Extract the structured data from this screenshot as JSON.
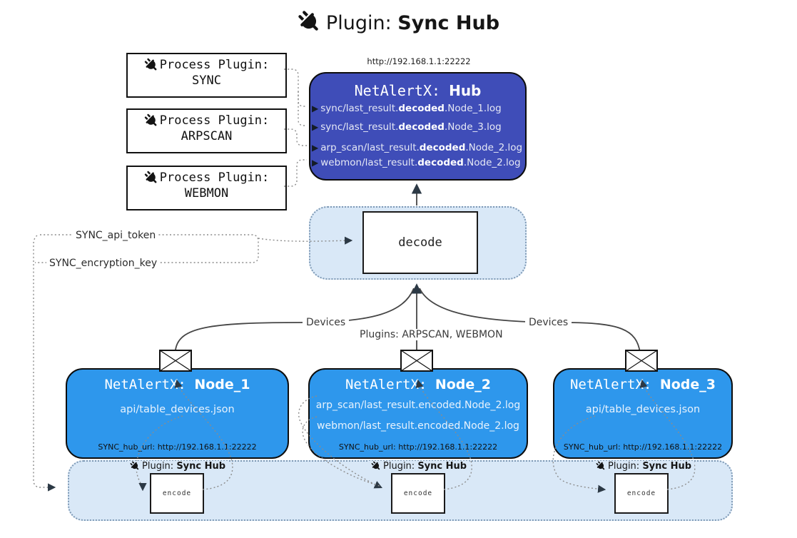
{
  "title": {
    "prefix": "Plugin: ",
    "name": "Sync Hub"
  },
  "hub": {
    "url_label": "http://192.168.1.1:22222",
    "title_mono": "NetAlertX: ",
    "title_bold": "Hub",
    "rows": [
      {
        "pre": "sync/last_result.",
        "mid": "decoded",
        "post": ".Node_1.log"
      },
      {
        "pre": "sync/last_result.",
        "mid": "decoded",
        "post": ".Node_3.log"
      },
      {
        "pre": "arp_scan/last_result.",
        "mid": "decoded",
        "post": ".Node_2.log"
      },
      {
        "pre": "webmon/last_result.",
        "mid": "decoded",
        "post": ".Node_2.log"
      }
    ]
  },
  "process_plugins": [
    {
      "label": "Process Plugin:",
      "name": "SYNC"
    },
    {
      "label": "Process Plugin:",
      "name": "ARPSCAN"
    },
    {
      "label": "Process Plugin:",
      "name": "WEBMON"
    }
  ],
  "decode": {
    "label": "decode"
  },
  "keys": {
    "api_token": "SYNC_api_token",
    "encryption_key": "SYNC_encryption_key"
  },
  "edges": {
    "devices_left": "Devices",
    "devices_right": "Devices",
    "plugins_mid": "Plugins: ARPSCAN, WEBMON"
  },
  "nodes": [
    {
      "title_mono": "NetAlertX: ",
      "title_bold": "Node_1",
      "lines": [
        "api/table_devices.json"
      ],
      "hub_url": "SYNC_hub_url: http://192.168.1.1:22222"
    },
    {
      "title_mono": "NetAlertX: ",
      "title_bold": "Node_2",
      "lines": [
        "arp_scan/last_result.encoded.Node_2.log",
        "webmon/last_result.encoded.Node_2.log"
      ],
      "hub_url": "SYNC_hub_url: http://192.168.1.1:22222"
    },
    {
      "title_mono": "NetAlertX: ",
      "title_bold": "Node_3",
      "lines": [
        "api/table_devices.json"
      ],
      "hub_url": "SYNC_hub_url: http://192.168.1.1:22222"
    }
  ],
  "encoders": [
    {
      "plugin_prefix": "Plugin: ",
      "plugin_name": "Sync Hub",
      "box_label": "encode"
    },
    {
      "plugin_prefix": "Plugin: ",
      "plugin_name": "Sync Hub",
      "box_label": "encode"
    },
    {
      "plugin_prefix": "Plugin: ",
      "plugin_name": "Sync Hub",
      "box_label": "encode"
    }
  ],
  "icons": {
    "row_arrow": "▶"
  },
  "colors": {
    "hub_fill": "#3f4db8",
    "node_fill": "#2e97ec",
    "panel_fill": "#d9e8f7",
    "panel_border": "#7e99b5",
    "solid_line": "#454545",
    "dotted_line": "#8c8c8c",
    "arrow_head": "#2c3945"
  }
}
